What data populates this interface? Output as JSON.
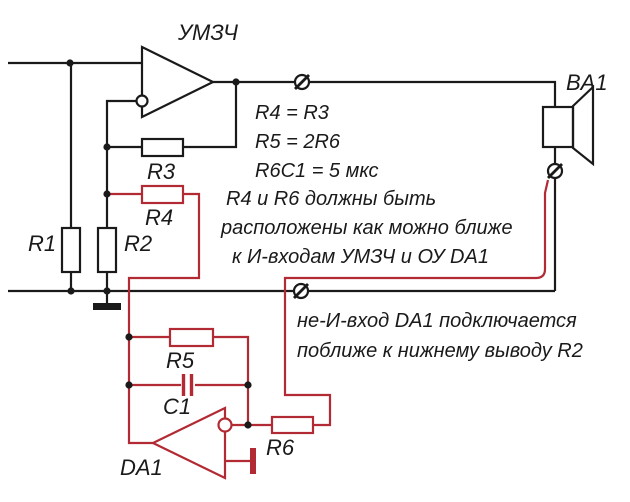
{
  "diagram": {
    "type": "circuit-schematic",
    "language": "ru",
    "colors": {
      "wire": "#1a1a1a",
      "highlight_wire": "#b22a33",
      "background": "#ffffff"
    },
    "components": {
      "amplifier": "УМЗЧ",
      "opamp": "DA1",
      "speaker": "BA1",
      "r1": "R1",
      "r2": "R2",
      "r3": "R3",
      "r4": "R4",
      "r5": "R5",
      "r6": "R6",
      "c1": "C1"
    },
    "annotations": {
      "eq1": "R4 = R3",
      "eq2": "R5 = 2R6",
      "eq3": "R6C1 = 5 мкс",
      "note1_line1": "R4 и R6 должны быть",
      "note1_line2": "расположены как можно ближе",
      "note1_line3": "к И-входам УМЗЧ и ОУ DA1",
      "note2_line1": "не-И-вход DA1 подключается",
      "note2_line2": "поближе к нижнему выводу R2"
    }
  }
}
